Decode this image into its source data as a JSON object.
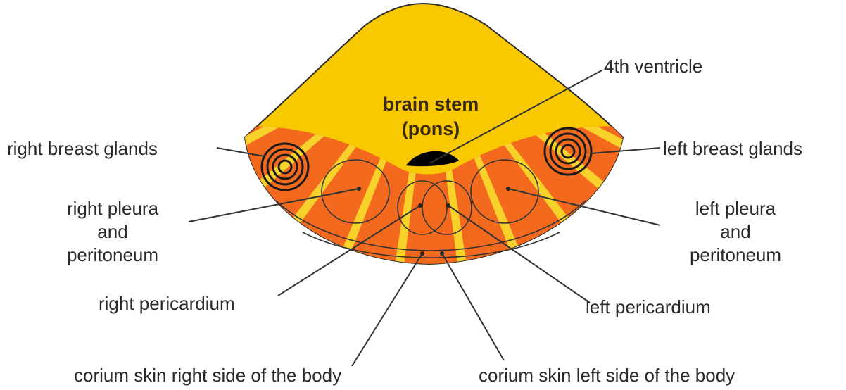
{
  "colors": {
    "brainstem": "#f8c800",
    "band": "#f36a1e",
    "stripe": "#f8d12a",
    "ventricle": "#000000",
    "outline": "#2b2b2b",
    "leader": "#333333",
    "text": "#2a2a2a"
  },
  "title": {
    "line1": "brain stem",
    "line2": "(pons)"
  },
  "labels": {
    "ventricle": "4th ventricle",
    "right_breast": "right breast glands",
    "left_breast": "left breast glands",
    "right_pleura_1": "right pleura",
    "right_pleura_2": "and",
    "right_pleura_3": "peritoneum",
    "left_pleura_1": "left pleura",
    "left_pleura_2": "and",
    "left_pleura_3": "peritoneum",
    "right_pericardium": "right pericardium",
    "left_pericardium": "left pericardium",
    "corium_right": "corium skin right side of the body",
    "corium_left": "corium skin left side of the body"
  }
}
